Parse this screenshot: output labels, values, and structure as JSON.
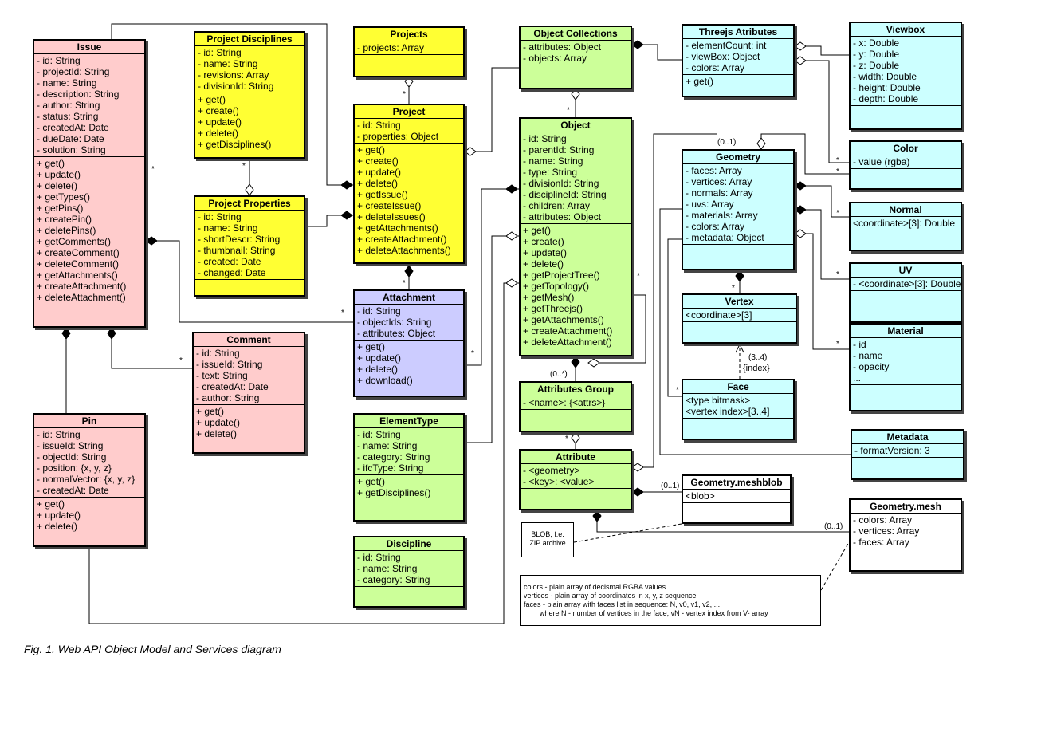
{
  "caption": "Fig. 1. Web API Object Model and Services diagram",
  "colors": {
    "pink": "#ffcccc",
    "yellow": "#ffff33",
    "green": "#ccff99",
    "cyan": "#ccffff",
    "violet": "#ccccff",
    "white": "#ffffff"
  },
  "classes": [
    {
      "id": "issue",
      "title": "Issue",
      "color": "pink",
      "attrs": [
        "- id: String",
        "- projectId: String",
        "- name: String",
        "- description: String",
        "- author: String",
        "- status: String",
        "- createdAt: Date",
        "- dueDate: Date",
        "- solution: String"
      ],
      "ops": [
        "+ get()",
        "+ update()",
        "+ delete()",
        "+ getTypes()",
        "+ getPins()",
        "+ createPin()",
        "+ deletePins()",
        "+ getComments()",
        "+ createComment()",
        "+ deleteComment()",
        "+ getAttachments()",
        "+ createAttachment()",
        "+ deleteAttachment()"
      ]
    },
    {
      "id": "pin",
      "title": "Pin",
      "color": "pink",
      "attrs": [
        "- id: String",
        "- issueId: String",
        "- objectId: String",
        "- position: {x, y, z}",
        "- normalVector: {x, y, z}",
        "- createdAt: Date"
      ],
      "ops": [
        "+ get()",
        "+ update()",
        "+ delete()"
      ]
    },
    {
      "id": "comment",
      "title": "Comment",
      "color": "pink",
      "attrs": [
        "- id: String",
        "- issueId: String",
        "- text: String",
        "- createdAt: Date",
        "- author: String"
      ],
      "ops": [
        "+ get()",
        "+ update()",
        "+ delete()"
      ]
    },
    {
      "id": "project-disciplines",
      "title": "Project Disciplines",
      "color": "yellow",
      "attrs": [
        "- id: String",
        "- name: String",
        "- revisions: Array",
        "- divisionId: String"
      ],
      "ops": [
        "+ get()",
        "+ create()",
        "+ update()",
        "+ delete()",
        "+ getDisciplines()"
      ]
    },
    {
      "id": "project-properties",
      "title": "Project Properties",
      "color": "yellow",
      "attrs": [
        "- id: String",
        "- name: String",
        "- shortDescr: String",
        "- thumbnail: String",
        "- created: Date",
        "- changed: Date"
      ],
      "ops": []
    },
    {
      "id": "projects",
      "title": "Projects",
      "color": "yellow",
      "attrs": [
        "- projects: Array"
      ],
      "ops": []
    },
    {
      "id": "project",
      "title": "Project",
      "color": "yellow",
      "attrs": [
        "- id: String",
        "- properties: Object"
      ],
      "ops": [
        "+ get()",
        "+ create()",
        "+ update()",
        "+ delete()",
        "+ getIssue()",
        "+ createIssue()",
        "+ deleteIssues()",
        "+ getAttachments()",
        "+ createAttachment()",
        "+ deleteAttachments()"
      ]
    },
    {
      "id": "attachment",
      "title": "Attachment",
      "color": "violet",
      "attrs": [
        "- id: String",
        "- objectIds: String",
        "- attributes: Object"
      ],
      "ops": [
        "+ get()",
        "+ update()",
        "+ delete()",
        "+ download()"
      ]
    },
    {
      "id": "element-type",
      "title": "ElementType",
      "color": "green",
      "attrs": [
        "- id: String",
        "- name: String",
        "- category: String",
        "- ifcType: String"
      ],
      "ops": [
        "+ get()",
        "+ getDisciplines()"
      ]
    },
    {
      "id": "discipline",
      "title": "Discipline",
      "color": "green",
      "attrs": [
        "- id: String",
        "- name: String",
        "- category: String"
      ],
      "ops": []
    },
    {
      "id": "object-collections",
      "title": "Object Collections",
      "color": "green",
      "attrs": [
        "- attributes: Object",
        "- objects: Array"
      ],
      "ops": []
    },
    {
      "id": "object",
      "title": "Object",
      "color": "green",
      "attrs": [
        "- id: String",
        "- parentId: String",
        "- name: String",
        "- type: String",
        "- divisionId: String",
        "- disciplineId: String",
        "- children: Array",
        "- attributes: Object"
      ],
      "ops": [
        "+ get()",
        "+ create()",
        "+ update()",
        "+ delete()",
        "+ getProjectTree()",
        "+ getTopology()",
        "+ getMesh()",
        "+ getThreejs()",
        "+ getAttachments()",
        "+ createAttachment()",
        "+ deleteAttachment()"
      ]
    },
    {
      "id": "attributes-group",
      "title": "Attributes Group",
      "color": "green",
      "attrs": [
        "- <name>: {<attrs>}"
      ],
      "ops": []
    },
    {
      "id": "attribute",
      "title": "Attribute",
      "color": "green",
      "attrs": [
        "- <geometry>",
        "- <key>: <value>"
      ],
      "ops": []
    },
    {
      "id": "threejs-atributes",
      "title": "Threejs Atributes",
      "color": "cyan",
      "attrs": [
        "- elementCount: int",
        "- viewBox: Object",
        "- colors: Array"
      ],
      "ops": [
        "+ get()"
      ]
    },
    {
      "id": "viewbox",
      "title": "Viewbox",
      "color": "cyan",
      "attrs": [
        "- x: Double",
        "- y: Double",
        "- z: Double",
        "- width: Double",
        "- height: Double",
        "- depth: Double"
      ],
      "ops": []
    },
    {
      "id": "color",
      "title": "Color",
      "color": "cyan",
      "attrs": [
        "- value (rgba)"
      ],
      "ops": []
    },
    {
      "id": "geometry",
      "title": "Geometry",
      "color": "cyan",
      "attrs": [
        "- faces: Array",
        "- vertices: Array",
        "- normals: Array",
        "- uvs: Array",
        "- materials: Array",
        "- colors: Array",
        "- metadata: Object"
      ],
      "ops": []
    },
    {
      "id": "normal",
      "title": "Normal",
      "color": "cyan",
      "attrs": [
        "<coordinate>[3]: Double"
      ],
      "ops": []
    },
    {
      "id": "uv",
      "title": "UV",
      "color": "cyan",
      "attrs": [
        "- <coordinate>[3]: Double"
      ],
      "ops": []
    },
    {
      "id": "material",
      "title": "Material",
      "color": "cyan",
      "attrs": [
        "- id",
        "- name",
        "- opacity",
        "..."
      ],
      "ops": []
    },
    {
      "id": "vertex",
      "title": "Vertex",
      "color": "cyan",
      "attrs": [
        "<coordinate>[3]"
      ],
      "ops": []
    },
    {
      "id": "face",
      "title": "Face",
      "color": "cyan",
      "attrs": [
        "<type bitmask>",
        "<vertex index>[3..4]"
      ],
      "ops": []
    },
    {
      "id": "metadata",
      "title": "Metadata",
      "color": "cyan",
      "attrs": [
        "- formatVersion: 3"
      ],
      "ops": []
    },
    {
      "id": "geometry-meshblob",
      "title": "Geometry.meshblob",
      "color": "white",
      "attrs": [
        "<blob>"
      ],
      "ops": []
    },
    {
      "id": "geometry-mesh",
      "title": "Geometry.mesh",
      "color": "white",
      "attrs": [
        "- colors: Array",
        "- vertices: Array",
        "- faces: Array"
      ],
      "ops": []
    }
  ],
  "multiplicities": [
    "*",
    "*",
    "*",
    "*",
    "*",
    "*",
    "*",
    "*",
    "*",
    "*",
    "*",
    "*",
    "*",
    "*",
    "*",
    "*",
    "*",
    "(0..1)",
    "(0..*)",
    "(0..1)",
    "(0..1)",
    "(3..4)",
    "{index}"
  ],
  "notes": {
    "blob": [
      "BLOB, f.e.",
      "ZIP archive"
    ],
    "mesh": [
      "colors - plain array of decismal RGBA values",
      "vertices - plain array of coordinates in x, y, z sequence",
      "faces - plain array with faces list in sequence: N, v0, v1, v2, ...",
      "where N - number of vertices in the face, vN - vertex index from V- array"
    ]
  }
}
